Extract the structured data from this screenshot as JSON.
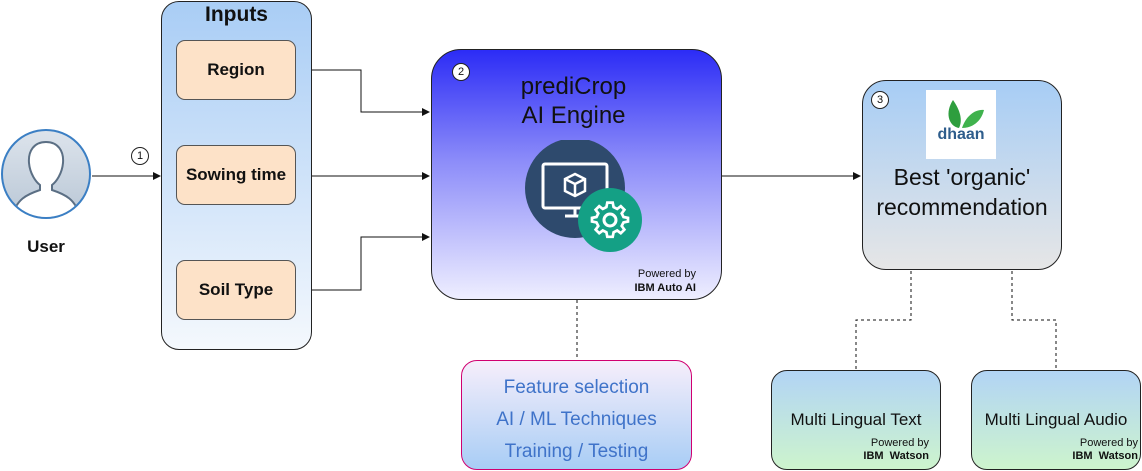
{
  "user": {
    "label": "User"
  },
  "inputs": {
    "title": "Inputs",
    "items": [
      "Region",
      "Sowing time",
      "Soil Type"
    ]
  },
  "steps": {
    "one": "1",
    "two": "2",
    "three": "3"
  },
  "engine": {
    "title_line1": "prediCrop",
    "title_line2": "AI Engine",
    "powered_by": "Powered by",
    "powered_name": "IBM Auto AI"
  },
  "features": {
    "lines": [
      "Feature selection",
      "AI / ML Techniques",
      "Training / Testing"
    ]
  },
  "recommendation": {
    "logo_text": "dhaan",
    "line1": "Best 'organic'",
    "line2": "recommendation"
  },
  "outputs": [
    {
      "label": "Multi Lingual Text",
      "powered_by": "Powered by",
      "powered_name": "IBM  Watson"
    },
    {
      "label": "Multi Lingual Audio",
      "powered_by": "Powered by",
      "powered_name": "IBM  Watson"
    }
  ],
  "colors": {
    "input_fill": "#fde2c8",
    "engine_top": "#2c2cf6",
    "feature_text": "#3f73c9",
    "feature_border": "#d00070",
    "gear_green": "#14a085",
    "monitor_navy": "#2e4a6d",
    "leaf_green": "#2e9e3e"
  },
  "icons": {
    "user": "user-avatar-icon",
    "engine": "monitor-cube-gear-icon",
    "logo": "leaf-logo-icon"
  }
}
